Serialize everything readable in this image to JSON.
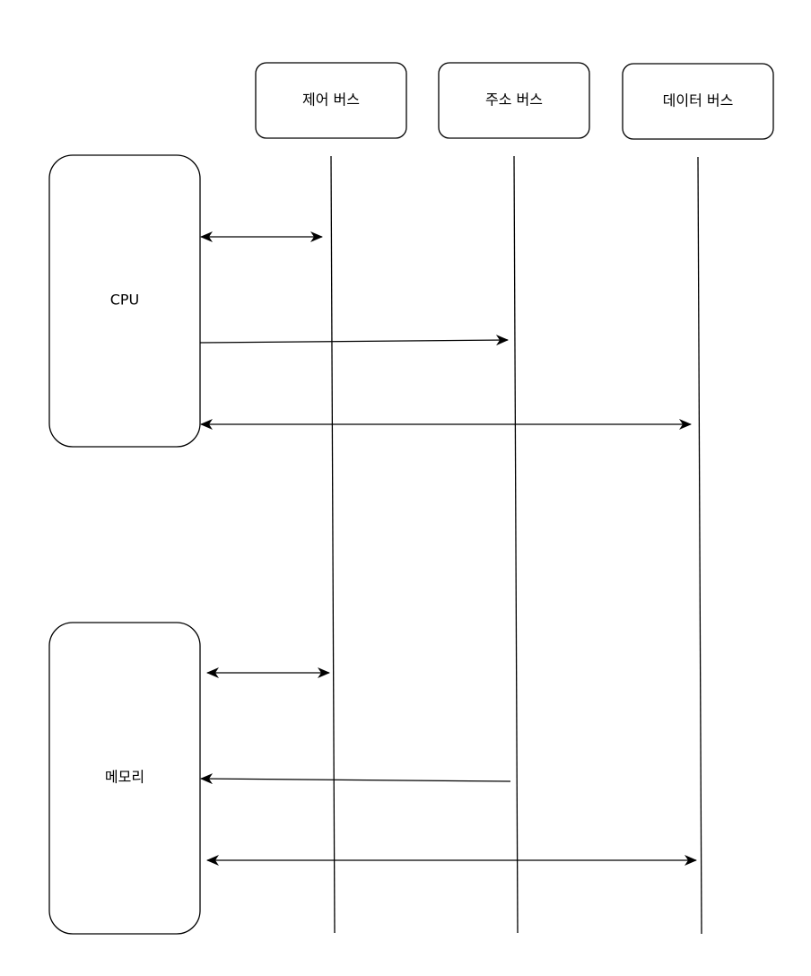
{
  "diagram": {
    "buses": {
      "control": "제어 버스",
      "address": "주소 버스",
      "data": "데이터 버스"
    },
    "components": {
      "cpu": "CPU",
      "memory": "메모리"
    }
  }
}
